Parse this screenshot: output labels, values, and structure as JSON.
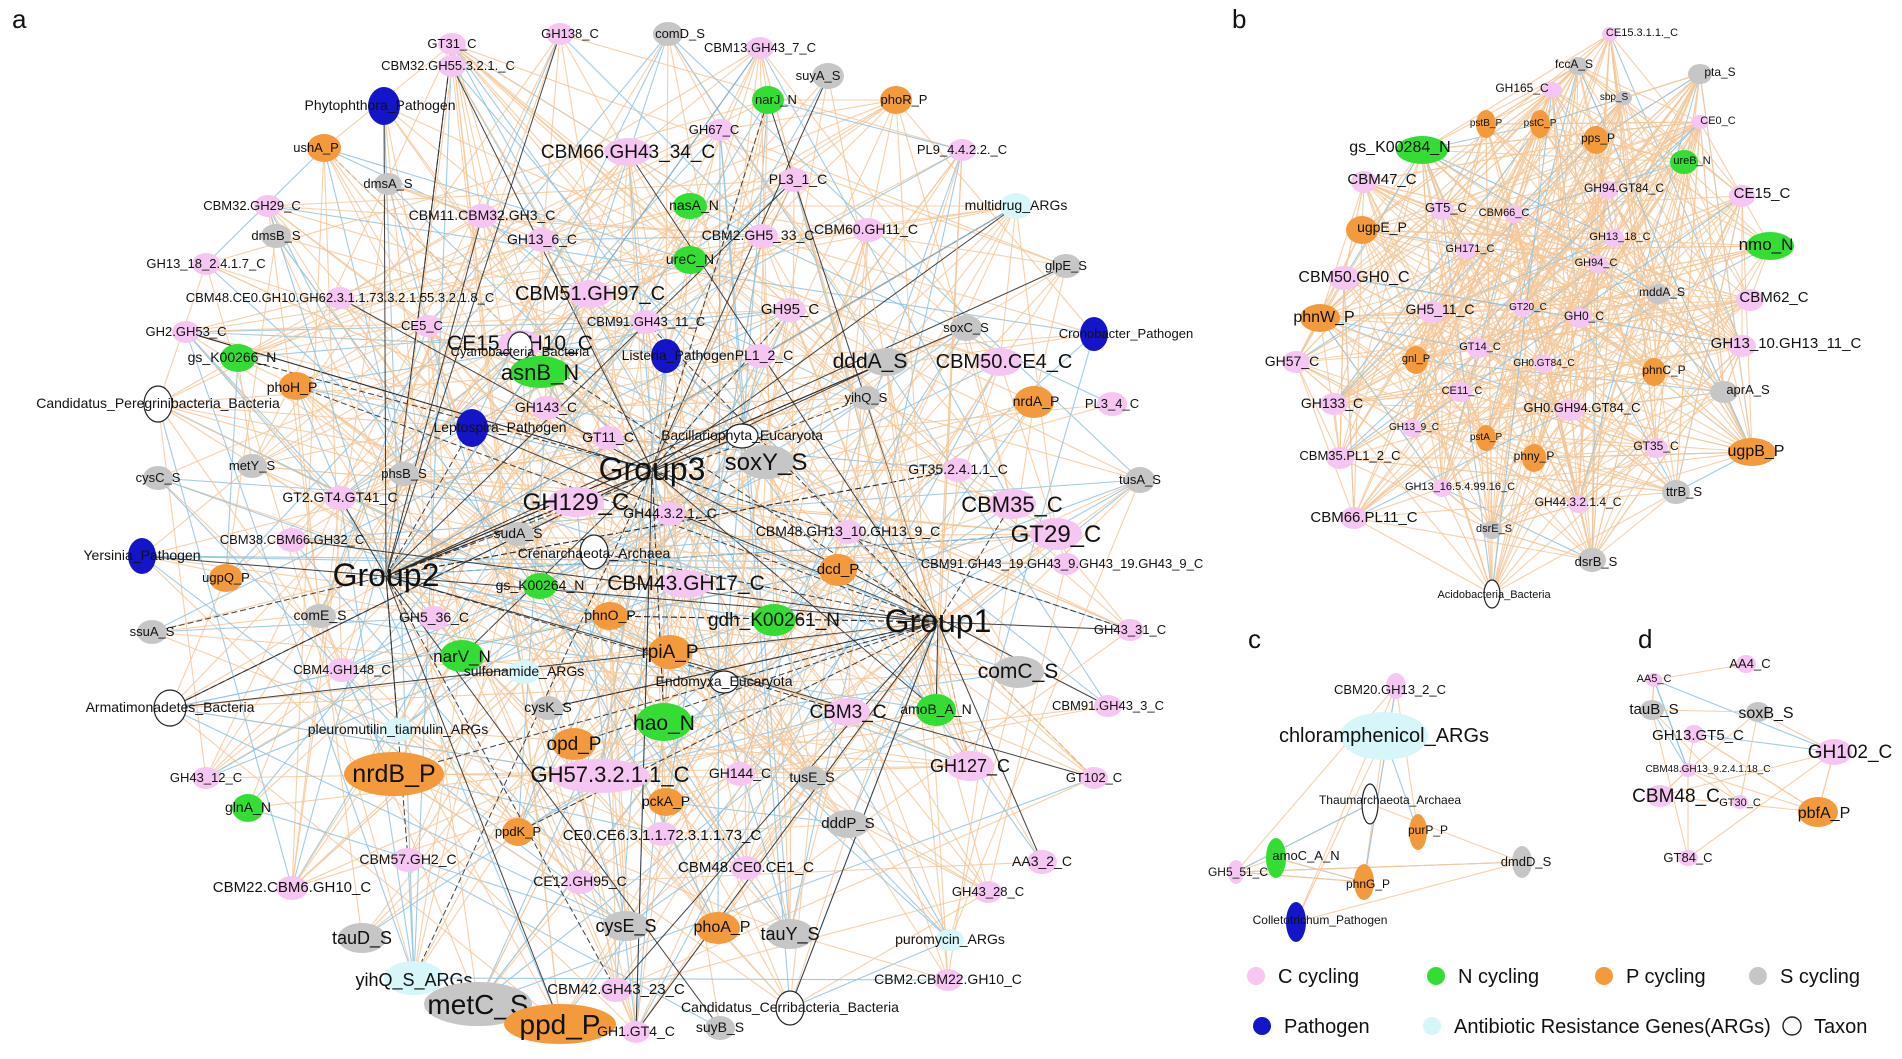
{
  "colors": {
    "C": "#f6c6f2",
    "N": "#33dd33",
    "P": "#f39a3c",
    "S": "#c6c6c6",
    "PATH": "#1414c8",
    "ARG": "#d6f6fa",
    "TAXON": "#ffffff",
    "edge_pos": "#f5c89a",
    "edge_neg": "#8fc3de",
    "edge_dark": "#2b2b2b"
  },
  "panels": [
    {
      "label": "a",
      "hubs": [
        "Group3",
        "Group2",
        "Group1"
      ],
      "nodes": [
        {
          "id": "GT31_C",
          "t": "C"
        },
        {
          "id": "GH138_C",
          "t": "C"
        },
        {
          "id": "comD_S",
          "t": "S"
        },
        {
          "id": "CBM13.GH43_7_C",
          "t": "C"
        },
        {
          "id": "CBM32.GH55.3.2.1._C",
          "t": "C"
        },
        {
          "id": "suyA_S",
          "t": "S"
        },
        {
          "id": "Phytophthora_Pathogen",
          "t": "PATH"
        },
        {
          "id": "narJ_N",
          "t": "N"
        },
        {
          "id": "phoR_P",
          "t": "P"
        },
        {
          "id": "ushA_P",
          "t": "P"
        },
        {
          "id": "GH67_C",
          "t": "C"
        },
        {
          "id": "CBM66.GH43_34_C",
          "t": "C"
        },
        {
          "id": "PL9_4.4.2.2._C",
          "t": "C"
        },
        {
          "id": "dmsA_S",
          "t": "S"
        },
        {
          "id": "CBM32.GH29_C",
          "t": "C"
        },
        {
          "id": "PL3_1_C",
          "t": "C"
        },
        {
          "id": "CBM11.CBM32.GH3_C",
          "t": "C"
        },
        {
          "id": "nasA_N",
          "t": "N"
        },
        {
          "id": "multidrug_ARGs",
          "t": "ARG"
        },
        {
          "id": "dmsB_S",
          "t": "S"
        },
        {
          "id": "CBM2.GH5_33_C",
          "t": "C"
        },
        {
          "id": "CBM60.GH11_C",
          "t": "C"
        },
        {
          "id": "GH13_6_C",
          "t": "C"
        },
        {
          "id": "ureC_N",
          "t": "N"
        },
        {
          "id": "GH13_18_2.4.1.7_C",
          "t": "C"
        },
        {
          "id": "glpE_S",
          "t": "S"
        },
        {
          "id": "CBM48.CE0.GH10.GH62.3.1.1.73.3.2.1.55.3.2.1.8_C",
          "t": "C"
        },
        {
          "id": "CBM51.GH97_C",
          "t": "C"
        },
        {
          "id": "GH95_C",
          "t": "C"
        },
        {
          "id": "CBM91.GH43_11_C",
          "t": "C"
        },
        {
          "id": "GH2.GH53_C",
          "t": "C"
        },
        {
          "id": "CE5_C",
          "t": "C"
        },
        {
          "id": "soxC_S",
          "t": "S"
        },
        {
          "id": "Cronobacter_Pathogen",
          "t": "PATH"
        },
        {
          "id": "CE15_GH10_C",
          "t": "C"
        },
        {
          "id": "Cyanobacteria_Bacteria",
          "t": "TAXON"
        },
        {
          "id": "gs_K00266_N",
          "t": "N"
        },
        {
          "id": "Listeria_Pathogen",
          "t": "PATH"
        },
        {
          "id": "PL1_2_C",
          "t": "C"
        },
        {
          "id": "dddA_S",
          "t": "S"
        },
        {
          "id": "CBM50.CE4_C",
          "t": "C"
        },
        {
          "id": "asnB_N",
          "t": "N"
        },
        {
          "id": "phoH_P",
          "t": "P"
        },
        {
          "id": "Candidatus_Peregrinibacteria_Bacteria",
          "t": "TAXON"
        },
        {
          "id": "yihQ_S",
          "t": "S"
        },
        {
          "id": "nrdA_P",
          "t": "P"
        },
        {
          "id": "PL3_4_C",
          "t": "C"
        },
        {
          "id": "GH143_C",
          "t": "C"
        },
        {
          "id": "Leptospira_Pathogen",
          "t": "PATH"
        },
        {
          "id": "GT11_C",
          "t": "C"
        },
        {
          "id": "Bacillariophyta_Eucaryota",
          "t": "TAXON"
        },
        {
          "id": "metY_S",
          "t": "S"
        },
        {
          "id": "soxY_S",
          "t": "S"
        },
        {
          "id": "cysC_S",
          "t": "S"
        },
        {
          "id": "phsB_S",
          "t": "S"
        },
        {
          "id": "GT35.2.4.1.1_C",
          "t": "C"
        },
        {
          "id": "tusA_S",
          "t": "S"
        },
        {
          "id": "GT2.GT4.GT41_C",
          "t": "C"
        },
        {
          "id": "GH129_C",
          "t": "C"
        },
        {
          "id": "CBM35_C",
          "t": "C"
        },
        {
          "id": "GH44.3.2.1._C",
          "t": "C"
        },
        {
          "id": "GT29_C",
          "t": "C"
        },
        {
          "id": "sudA_S",
          "t": "S"
        },
        {
          "id": "CBM38.CBM66.GH32_C",
          "t": "C"
        },
        {
          "id": "CBM48.GH13_10.GH13_9_C",
          "t": "C"
        },
        {
          "id": "Crenarchaeota_Archaea",
          "t": "TAXON"
        },
        {
          "id": "Yersinia_Pathogen",
          "t": "PATH"
        },
        {
          "id": "CBM91.GH43_19.GH43_9.GH43_19.GH43_9_C",
          "t": "C"
        },
        {
          "id": "dcd_P",
          "t": "P"
        },
        {
          "id": "ugpQ_P",
          "t": "P"
        },
        {
          "id": "gs_K00264_N",
          "t": "N"
        },
        {
          "id": "CBM43.GH17_C",
          "t": "C"
        },
        {
          "id": "comE_S",
          "t": "S"
        },
        {
          "id": "phnO_P",
          "t": "P"
        },
        {
          "id": "gdh_K00261_N",
          "t": "N"
        },
        {
          "id": "GH5_36_C",
          "t": "C"
        },
        {
          "id": "GH43_31_C",
          "t": "C"
        },
        {
          "id": "ssuA_S",
          "t": "S"
        },
        {
          "id": "rpiA_P",
          "t": "P"
        },
        {
          "id": "narV_N",
          "t": "N"
        },
        {
          "id": "CBM4.GH148_C",
          "t": "C"
        },
        {
          "id": "sulfonamide_ARGs",
          "t": "ARG"
        },
        {
          "id": "Endomyxa_Eucaryota",
          "t": "TAXON"
        },
        {
          "id": "comC_S",
          "t": "S"
        },
        {
          "id": "cysK_S",
          "t": "S"
        },
        {
          "id": "CBM91.GH43_3_C",
          "t": "C"
        },
        {
          "id": "Armatimonadetes_Bacteria",
          "t": "TAXON"
        },
        {
          "id": "CBM3_C",
          "t": "C"
        },
        {
          "id": "hao_N",
          "t": "N"
        },
        {
          "id": "amoB_A_N",
          "t": "N"
        },
        {
          "id": "pleuromutilin_tiamulin_ARGs",
          "t": "ARG"
        },
        {
          "id": "opd_P",
          "t": "P"
        },
        {
          "id": "nrdB_P",
          "t": "P"
        },
        {
          "id": "GH43_12_C",
          "t": "C"
        },
        {
          "id": "GH57.3.2.1.1_C",
          "t": "C"
        },
        {
          "id": "GH144_C",
          "t": "C"
        },
        {
          "id": "tusE_S",
          "t": "S"
        },
        {
          "id": "GH127_C",
          "t": "C"
        },
        {
          "id": "GT102_C",
          "t": "C"
        },
        {
          "id": "pckA_P",
          "t": "P"
        },
        {
          "id": "glnA_N",
          "t": "N"
        },
        {
          "id": "ppdK_P",
          "t": "P"
        },
        {
          "id": "CE0.CE6.3.1.1.72.3.1.1.73_C",
          "t": "C"
        },
        {
          "id": "dddP_S",
          "t": "S"
        },
        {
          "id": "CBM57.GH2_C",
          "t": "C"
        },
        {
          "id": "AA3_2_C",
          "t": "C"
        },
        {
          "id": "CE12.GH95_C",
          "t": "C"
        },
        {
          "id": "CBM48.CE0.CE1_C",
          "t": "C"
        },
        {
          "id": "CBM22.CBM6.GH10_C",
          "t": "C"
        },
        {
          "id": "GH43_28_C",
          "t": "C"
        },
        {
          "id": "tauD_S",
          "t": "S"
        },
        {
          "id": "cysE_S",
          "t": "S"
        },
        {
          "id": "phoA_P",
          "t": "P"
        },
        {
          "id": "tauY_S",
          "t": "S"
        },
        {
          "id": "puromycin_ARGs",
          "t": "ARG"
        },
        {
          "id": "yihQ_S_ARGs",
          "t": "ARG"
        },
        {
          "id": "CBM42.GH43_23_C",
          "t": "C"
        },
        {
          "id": "CBM2.CBM22.GH10_C",
          "t": "C"
        },
        {
          "id": "metC_S",
          "t": "S"
        },
        {
          "id": "Candidatus_Cerribacteria_Bacteria",
          "t": "TAXON"
        },
        {
          "id": "ppd_P",
          "t": "P"
        },
        {
          "id": "GH1.GT4_C",
          "t": "C"
        },
        {
          "id": "suyB_S",
          "t": "S"
        }
      ]
    },
    {
      "label": "b",
      "nodes": [
        {
          "id": "CE15.3.1.1._C",
          "t": "C"
        },
        {
          "id": "fccA_S",
          "t": "S"
        },
        {
          "id": "pta_S",
          "t": "S"
        },
        {
          "id": "GH165_C",
          "t": "C"
        },
        {
          "id": "sbp_S",
          "t": "S"
        },
        {
          "id": "pstB_P",
          "t": "P"
        },
        {
          "id": "pstC_P",
          "t": "P"
        },
        {
          "id": "CE0_C",
          "t": "C"
        },
        {
          "id": "pps_P",
          "t": "P"
        },
        {
          "id": "gs_K00284_N",
          "t": "N"
        },
        {
          "id": "ureB_N",
          "t": "N"
        },
        {
          "id": "CBM47_C",
          "t": "C"
        },
        {
          "id": "GH94.GT84_C",
          "t": "C"
        },
        {
          "id": "CE15_C",
          "t": "C"
        },
        {
          "id": "GT5_C",
          "t": "C"
        },
        {
          "id": "CBM66_C",
          "t": "C"
        },
        {
          "id": "ugpE_P",
          "t": "P"
        },
        {
          "id": "GH13_18_C",
          "t": "C"
        },
        {
          "id": "nmo_N",
          "t": "N"
        },
        {
          "id": "GH171_C",
          "t": "C"
        },
        {
          "id": "GH94_C",
          "t": "C"
        },
        {
          "id": "CBM50.GH0_C",
          "t": "C"
        },
        {
          "id": "mddA_S",
          "t": "S"
        },
        {
          "id": "CBM62_C",
          "t": "C"
        },
        {
          "id": "GH5_11_C",
          "t": "C"
        },
        {
          "id": "GT20_C",
          "t": "C"
        },
        {
          "id": "GH0_C",
          "t": "C"
        },
        {
          "id": "phnW_P",
          "t": "P"
        },
        {
          "id": "GH13_10.GH13_11_C",
          "t": "C"
        },
        {
          "id": "GT14_C",
          "t": "C"
        },
        {
          "id": "GH57_C",
          "t": "C"
        },
        {
          "id": "gnl_P",
          "t": "P"
        },
        {
          "id": "GH0.GT84_C",
          "t": "C"
        },
        {
          "id": "phnC_P",
          "t": "P"
        },
        {
          "id": "CE11_C",
          "t": "C"
        },
        {
          "id": "aprA_S",
          "t": "S"
        },
        {
          "id": "GH133_C",
          "t": "C"
        },
        {
          "id": "GH0.GH94.GT84_C",
          "t": "C"
        },
        {
          "id": "GH13_9_C",
          "t": "C"
        },
        {
          "id": "pstA_P",
          "t": "P"
        },
        {
          "id": "GT35_C",
          "t": "C"
        },
        {
          "id": "CBM35.PL1_2_C",
          "t": "C"
        },
        {
          "id": "phny_P",
          "t": "P"
        },
        {
          "id": "ugpB_P",
          "t": "P"
        },
        {
          "id": "GH13_16.5.4.99.16_C",
          "t": "C"
        },
        {
          "id": "GH44.3.2.1.4_C",
          "t": "C"
        },
        {
          "id": "ttrB_S",
          "t": "S"
        },
        {
          "id": "CBM66.PL11_C",
          "t": "C"
        },
        {
          "id": "dsrE_S",
          "t": "S"
        },
        {
          "id": "dsrB_S",
          "t": "S"
        },
        {
          "id": "Acidobacteria_Bacteria",
          "t": "TAXON"
        }
      ]
    },
    {
      "label": "c",
      "nodes": [
        {
          "id": "CBM20.GH13_2_C",
          "t": "C"
        },
        {
          "id": "chloramphenicol_ARGs",
          "t": "ARG"
        },
        {
          "id": "Thaumarchaeota_Archaea",
          "t": "TAXON"
        },
        {
          "id": "purP_P",
          "t": "P"
        },
        {
          "id": "amoC_A_N",
          "t": "N"
        },
        {
          "id": "dmdD_S",
          "t": "S"
        },
        {
          "id": "GH5_51_C",
          "t": "C"
        },
        {
          "id": "phnG_P",
          "t": "P"
        },
        {
          "id": "Colletotrichum_Pathogen",
          "t": "PATH"
        }
      ]
    },
    {
      "label": "d",
      "nodes": [
        {
          "id": "AA5_C",
          "t": "C"
        },
        {
          "id": "AA4_C",
          "t": "C"
        },
        {
          "id": "tauB_S",
          "t": "S"
        },
        {
          "id": "soxB_S",
          "t": "S"
        },
        {
          "id": "GH13.GT5_C",
          "t": "C"
        },
        {
          "id": "GH102_C",
          "t": "C"
        },
        {
          "id": "CBM48.GH13_9.2.4.1.18_C",
          "t": "C"
        },
        {
          "id": "CBM48_C",
          "t": "C"
        },
        {
          "id": "GT30_C",
          "t": "C"
        },
        {
          "id": "pbfA_P",
          "t": "P"
        },
        {
          "id": "GT84_C",
          "t": "C"
        }
      ]
    }
  ],
  "legend": [
    {
      "label": "C cycling",
      "t": "C"
    },
    {
      "label": "N cycling",
      "t": "N"
    },
    {
      "label": "P cycling",
      "t": "P"
    },
    {
      "label": "S cycling",
      "t": "S"
    },
    {
      "label": "Pathogen",
      "t": "PATH"
    },
    {
      "label": "Antibiotic Resistance Genes(ARGs)",
      "t": "ARG"
    },
    {
      "label": "Taxon",
      "t": "TAXON"
    }
  ]
}
